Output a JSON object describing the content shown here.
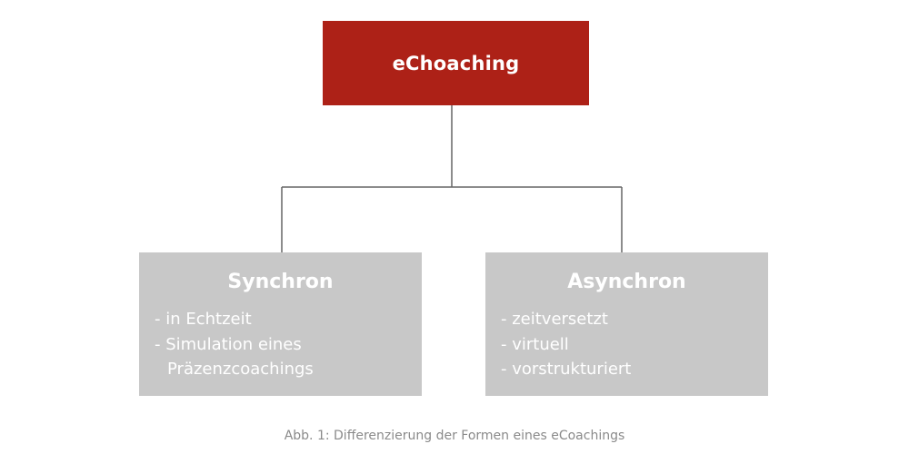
{
  "colors": {
    "root_fill": "#ad2117",
    "child_fill": "#c8c8c8",
    "connector": "#666666",
    "caption": "#8a8a8a",
    "text_on_fill": "#ffffff"
  },
  "root": {
    "label": "eChoaching"
  },
  "children": [
    {
      "title": "Synchron",
      "items": [
        "- in Echtzeit",
        "- Simulation eines Präzenzcoachings"
      ]
    },
    {
      "title": "Asynchron",
      "items": [
        "- zeitversetzt",
        "- virtuell",
        "- vorstrukturiert"
      ]
    }
  ],
  "caption": "Abb. 1: Differenzierung der Formen eines eCoachings"
}
